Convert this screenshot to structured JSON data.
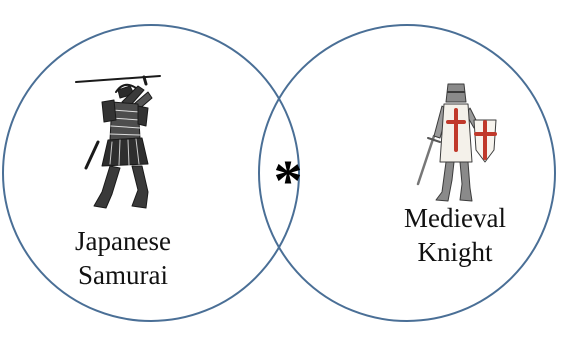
{
  "diagram": {
    "type": "venn",
    "outline_color": "#4a6f96",
    "left_set": {
      "line1": "Japanese",
      "line2": "Samurai",
      "illustration": "samurai-illustration"
    },
    "right_set": {
      "line1": "Medieval",
      "line2": "Knight",
      "illustration": "knight-illustration"
    },
    "overlap": {
      "symbol": "*"
    }
  }
}
